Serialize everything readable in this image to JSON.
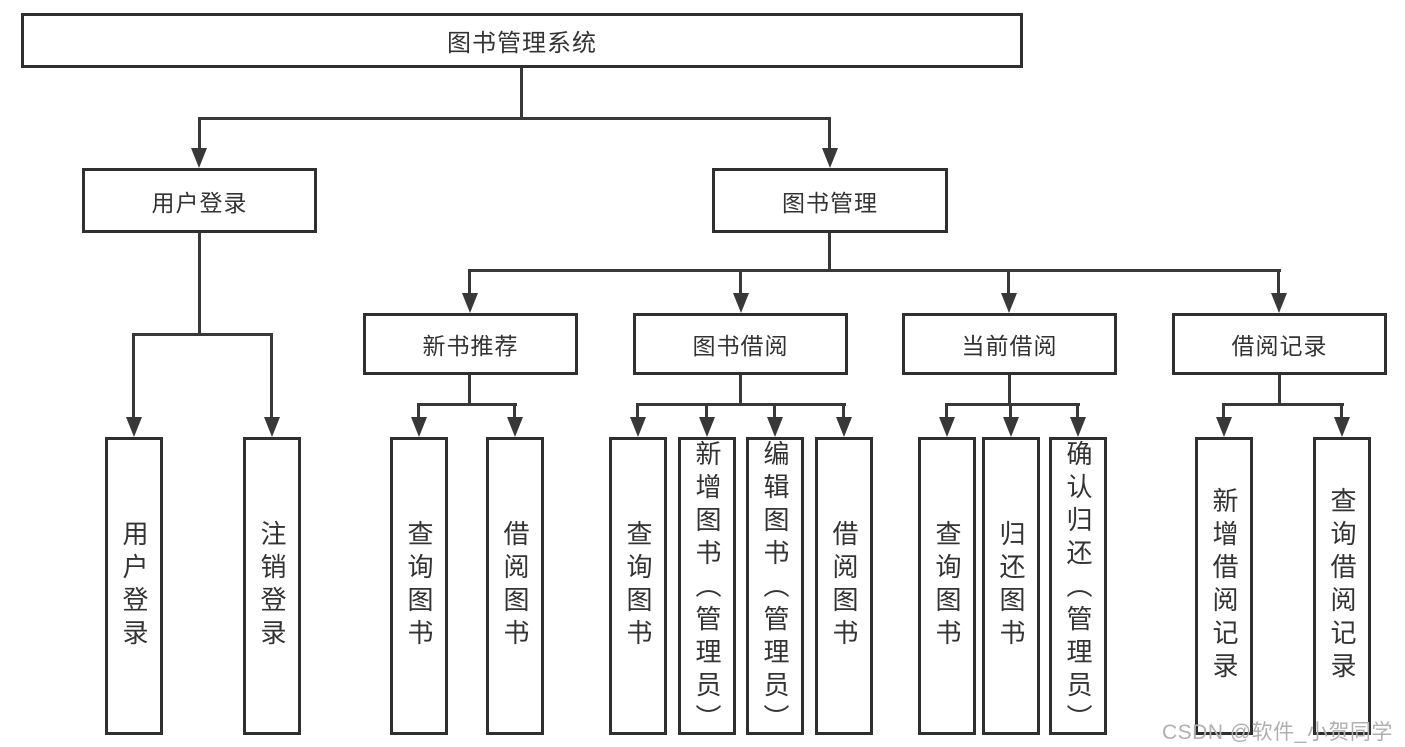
{
  "diagram": {
    "root": {
      "label": "图书管理系统"
    },
    "user_login": {
      "label": "用户登录",
      "children": {
        "login": {
          "label": "用户登录"
        },
        "logout": {
          "label": "注销登录"
        }
      }
    },
    "book_mgmt": {
      "label": "图书管理",
      "children": {
        "new_book_rec": {
          "label": "新书推荐",
          "children": {
            "query_book": {
              "label": "查询图书"
            },
            "borrow_book": {
              "label": "借阅图书"
            }
          }
        },
        "book_borrow": {
          "label": "图书借阅",
          "children": {
            "query_book": {
              "label": "查询图书"
            },
            "add_book": {
              "label": "新增图书（管理员）"
            },
            "edit_book": {
              "label": "编辑图书（管理员）"
            },
            "borrow_book": {
              "label": "借阅图书"
            }
          }
        },
        "current_borrow": {
          "label": "当前借阅",
          "children": {
            "query_book": {
              "label": "查询图书"
            },
            "return_book": {
              "label": "归还图书"
            },
            "confirm_return": {
              "label": "确认归还（管理员）"
            }
          }
        },
        "borrow_records": {
          "label": "借阅记录",
          "children": {
            "add_record": {
              "label": "新增借阅记录"
            },
            "query_record": {
              "label": "查询借阅记录"
            }
          }
        }
      }
    }
  },
  "watermark": {
    "text": "CSDN @软件_小贺同学"
  },
  "colors": {
    "line": "#383838",
    "border": "#2f2f2f",
    "text": "#333333",
    "watermark": "#b0b0b0"
  }
}
